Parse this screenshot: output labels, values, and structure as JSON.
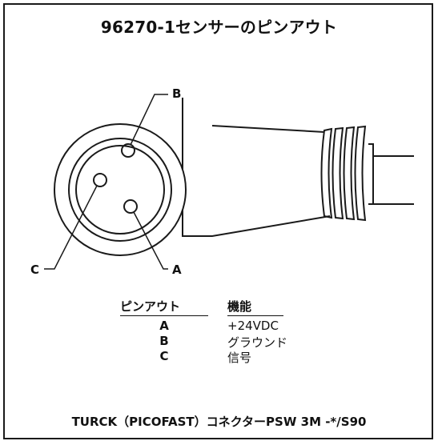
{
  "title": "96270-1センサーのピンアウト",
  "pin_labels": {
    "a": "A",
    "b": "B",
    "c": "C"
  },
  "table": {
    "header_pin": "ピンアウト",
    "header_function": "機能",
    "rows": [
      {
        "pin": "A",
        "function": "+24VDC"
      },
      {
        "pin": "B",
        "function": "グラウンド"
      },
      {
        "pin": "C",
        "function": "信号"
      }
    ]
  },
  "footer": "TURCK（PICOFAST）コネクターPSW 3M -*/S90"
}
